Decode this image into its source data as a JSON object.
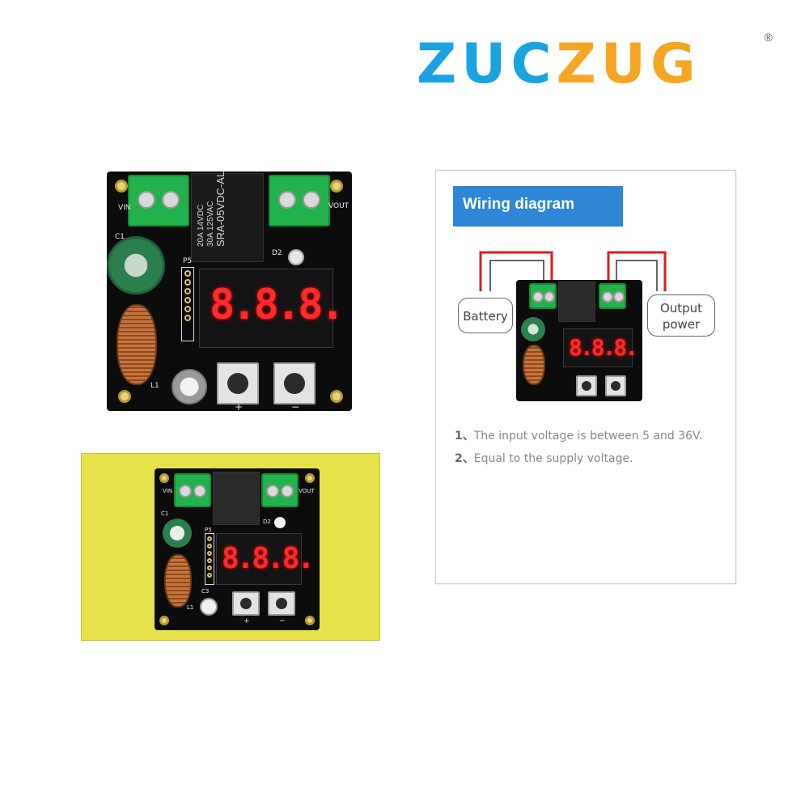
{
  "logo": {
    "part1": "ZUC",
    "part2": "ZUG",
    "registered": "®"
  },
  "board": {
    "label_vin": "VIN",
    "label_vout": "VOUT",
    "label_c1": "C1",
    "label_d2": "D2",
    "label_p5": "P5",
    "label_l1": "L1",
    "label_c3": "C3",
    "button_plus": "+",
    "button_minus": "−",
    "display_digits": "8.8.8.",
    "relay_text": [
      "20A 14VDC",
      "30A 125VAC",
      "SRA-05VDC-AL"
    ]
  },
  "diagram": {
    "title": "Wiring diagram",
    "battery_label": "Battery",
    "output_label_line1": "Output",
    "output_label_line2": "power",
    "notes": [
      {
        "number": "1、",
        "text": "The input voltage is between 5 and 36V."
      },
      {
        "number": "2、",
        "text": "Equal to the supply voltage."
      }
    ]
  },
  "colors": {
    "brand_blue": "#1aa3e0",
    "brand_orange": "#f5a623",
    "diagram_blue": "#2f86d6",
    "wire_red": "#e21b1b",
    "box_yellow": "#e8e24a"
  }
}
